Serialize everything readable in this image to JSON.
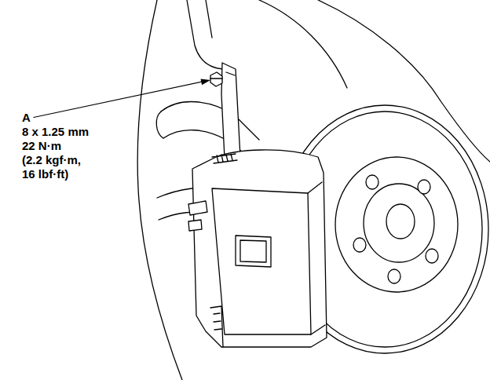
{
  "diagram": {
    "labels": [
      "A",
      "8 x 1.25 mm",
      "22 N·m",
      "(2.2 kgf·m,",
      "16 lbf·ft)"
    ]
  }
}
